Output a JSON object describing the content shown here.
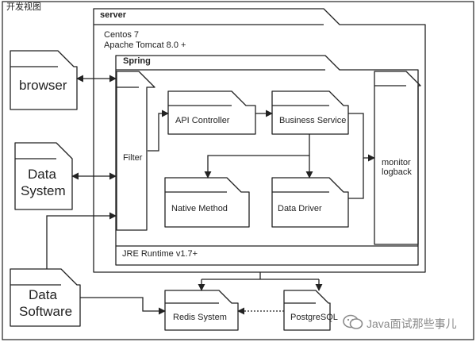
{
  "view_title": "开发视图",
  "server": {
    "title": "server",
    "os": "Centos 7",
    "web_server": "Apache Tomcat 8.0 +"
  },
  "spring": {
    "title": "Spring",
    "filter": "Filter",
    "api_controller": "API Controller",
    "business_service": "Business Service",
    "native_method": "Native Method",
    "data_driver": "Data Driver",
    "monitor_line1": "monitor",
    "monitor_line2": "logback",
    "jre_runtime": "JRE Runtime v1.7+"
  },
  "external": {
    "browser": "browser",
    "data_system_line1": "Data",
    "data_system_line2": "System",
    "data_software_line1": "Data",
    "data_software_line2": "Software",
    "redis": "Redis System",
    "postgres": "PostgreSQL"
  },
  "watermark": "Java面试那些事儿"
}
